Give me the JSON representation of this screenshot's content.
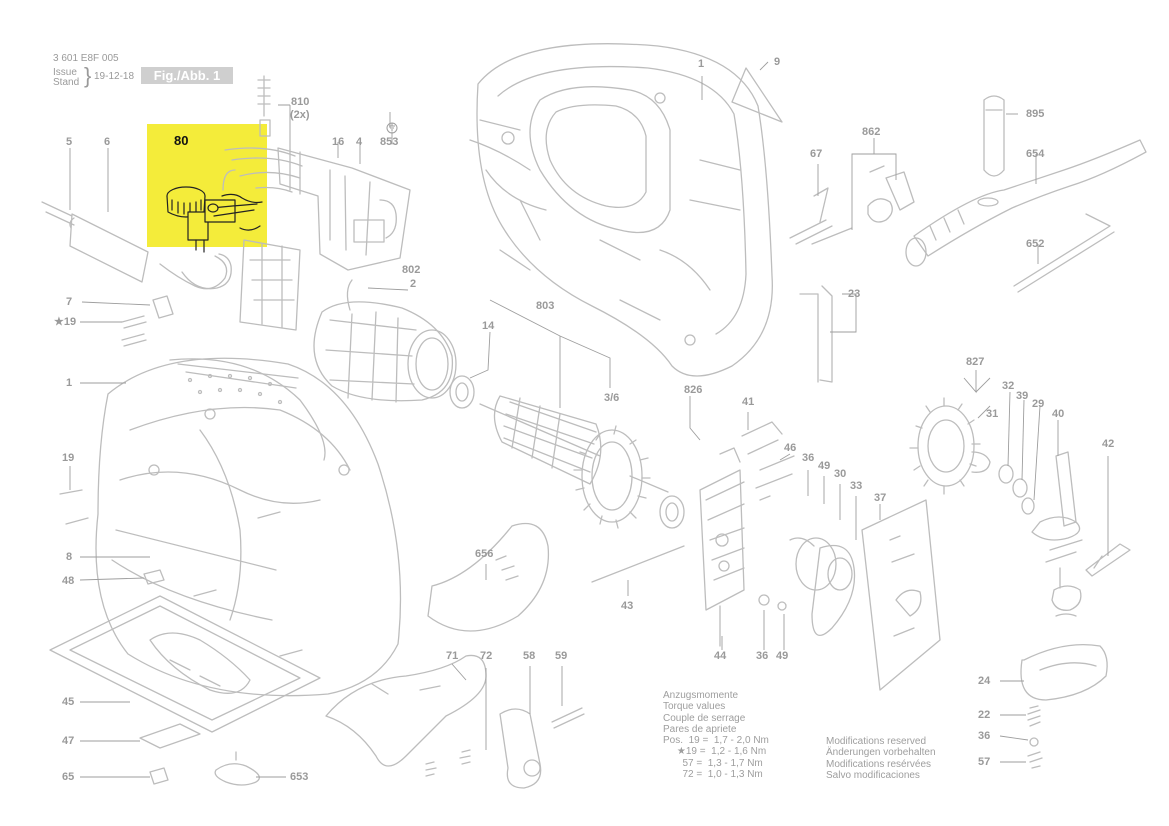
{
  "header": {
    "doc_number": "3 601 E8F 005",
    "issue_label": "Issue",
    "stand_label": "Stand",
    "date": "19-12-18",
    "figure": "Fig./Abb. 1"
  },
  "highlight": {
    "part": "80",
    "color": "#f4ec3a"
  },
  "labels": {
    "l5": "5",
    "l6": "6",
    "l810": "810",
    "l2x": "(2x)",
    "l16": "16",
    "l4": "4",
    "l853": "853",
    "l802": "802",
    "l2": "2",
    "l7": "7",
    "l19a": "19",
    "l1a": "1",
    "l14": "14",
    "l803": "803",
    "l36b": "3/6",
    "l19b": "19",
    "l8": "8",
    "l48": "48",
    "l45": "45",
    "l47": "47",
    "l65": "65",
    "l653": "653",
    "l656": "656",
    "l43": "43",
    "l71": "71",
    "l72": "72",
    "l58": "58",
    "l59": "59",
    "l1b": "1",
    "l9": "9",
    "l862": "862",
    "l67": "67",
    "l895": "895",
    "l654": "654",
    "l652": "652",
    "l23": "23",
    "l826": "826",
    "l41": "41",
    "l46": "46",
    "l36a": "36",
    "l49a": "49",
    "l30": "30",
    "l33": "33",
    "l37": "37",
    "l44": "44",
    "l36c": "36",
    "l49b": "49",
    "l827": "827",
    "l31": "31",
    "l32": "32",
    "l39": "39",
    "l29": "29",
    "l40": "40",
    "l42": "42",
    "l24": "24",
    "l22": "22",
    "l36d": "36",
    "l57": "57"
  },
  "torque": {
    "lines": [
      "Anzugsmomente",
      "Torque values",
      "Couple de serrage",
      "Pares de apriete"
    ],
    "rows": [
      "Pos.  19 =  1,7 - 2,0 Nm",
      "     ★19 =  1,2 - 1,6 Nm",
      "       57 =  1,3 - 1,7 Nm",
      "       72 =  1,0 - 1,3 Nm"
    ]
  },
  "modifications": [
    "Modifications reserved",
    "Änderungen vorbehalten",
    "Modifications resérvées",
    "Salvo modificaciones"
  ],
  "colors": {
    "line": "#bdbdbd",
    "label": "#9a9a9a",
    "dark": "#111111"
  }
}
